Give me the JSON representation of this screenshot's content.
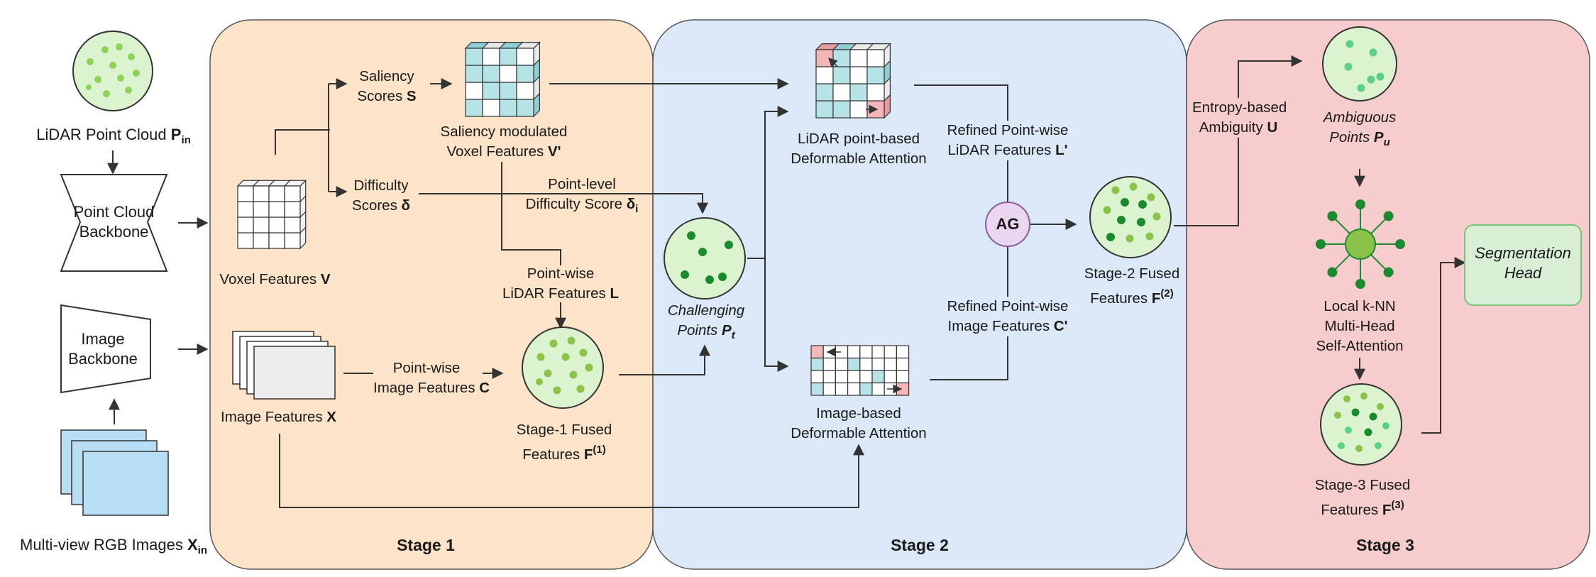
{
  "stages": {
    "stage1": "Stage 1",
    "stage2": "Stage 2",
    "stage3": "Stage 3"
  },
  "inputs": {
    "lidar_label": "LiDAR Point Cloud",
    "lidar_sym": "P",
    "lidar_sub": "in",
    "pc_backbone_l1": "Point Cloud",
    "pc_backbone_l2": "Backbone",
    "img_backbone_l1": "Image",
    "img_backbone_l2": "Backbone",
    "rgb_label": "Multi-view RGB Images",
    "rgb_sym": "X",
    "rgb_sub": "in"
  },
  "stage1": {
    "voxel_label": "Voxel Features",
    "voxel_sym": "V",
    "saliency_l1": "Saliency",
    "saliency_l2": "Scores",
    "saliency_sym": "S",
    "difficulty_l1": "Difficulty",
    "difficulty_l2": "Scores",
    "difficulty_sym": "δ",
    "sal_mod_l1": "Saliency modulated",
    "sal_mod_l2": "Voxel Features",
    "sal_mod_sym": "V'",
    "pointwise_lidar_l1": "Point-wise",
    "pointwise_lidar_l2": "LiDAR Features",
    "pointwise_lidar_sym": "L",
    "image_feat_label": "Image Features",
    "image_feat_sym": "X",
    "pointwise_img_l1": "Point-wise",
    "pointwise_img_l2": "Image Features",
    "pointwise_img_sym": "C",
    "fused1_l1": "Stage-1 Fused",
    "fused1_l2": "Features",
    "fused1_sym": "F",
    "fused1_sup": "(1)"
  },
  "stage2": {
    "point_diff_l1": "Point-level",
    "point_diff_l2": "Difficulty Score",
    "point_diff_sym": "δ",
    "point_diff_sub": "i",
    "challenging_l1": "Challenging",
    "challenging_l2": "Points",
    "challenging_sym": "P",
    "challenging_sub": "t",
    "lidar_attn_l1": "LiDAR point-based",
    "lidar_attn_l2": "Deformable Attention",
    "img_attn_l1": "Image-based",
    "img_attn_l2": "Deformable Attention",
    "refined_lidar_l1": "Refined Point-wise",
    "refined_lidar_l2": "LiDAR Features",
    "refined_lidar_sym": "L'",
    "refined_img_l1": "Refined Point-wise",
    "refined_img_l2": "Image Features",
    "refined_img_sym": "C'",
    "ag": "AG",
    "fused2_l1": "Stage-2 Fused",
    "fused2_l2": "Features",
    "fused2_sym": "F",
    "fused2_sup": "(2)"
  },
  "stage3": {
    "entropy_l1": "Entropy-based",
    "entropy_l2": "Ambiguity",
    "entropy_sym": "U",
    "ambiguous_l1": "Ambiguous",
    "ambiguous_l2": "Points",
    "ambiguous_sym": "P",
    "ambiguous_sub": "u",
    "knn_l1": "Local k-NN",
    "knn_l2": "Multi-Head",
    "knn_l3": "Self-Attention",
    "fused3_l1": "Stage-3 Fused",
    "fused3_l2": "Features",
    "fused3_sym": "F",
    "fused3_sup": "(3)",
    "seg_l1": "Segmentation",
    "seg_l2": "Head"
  },
  "colors": {
    "stage1_bg": "#fde3c8",
    "stage2_bg": "#dbe8f8",
    "stage3_bg": "#f6cccc",
    "point_cloud_fill": "#dcf3cf",
    "cube_teal": "#b5e3e6",
    "cube_pink": "#f4b6b8",
    "ag_fill": "#ead6f0",
    "seg_fill": "#d8efd6",
    "rgb_fill": "#b8def3"
  }
}
